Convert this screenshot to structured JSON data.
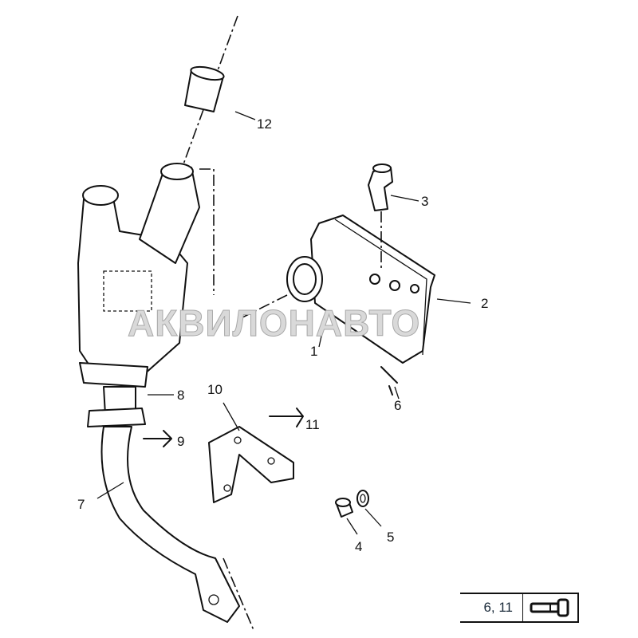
{
  "watermark": "АКВИЛОНАВТО",
  "callouts": [
    "1",
    "2",
    "3",
    "4",
    "5",
    "6",
    "7",
    "8",
    "9",
    "10",
    "11",
    "12"
  ],
  "legend": {
    "text": "6, 11",
    "icon": "bolt-icon"
  }
}
